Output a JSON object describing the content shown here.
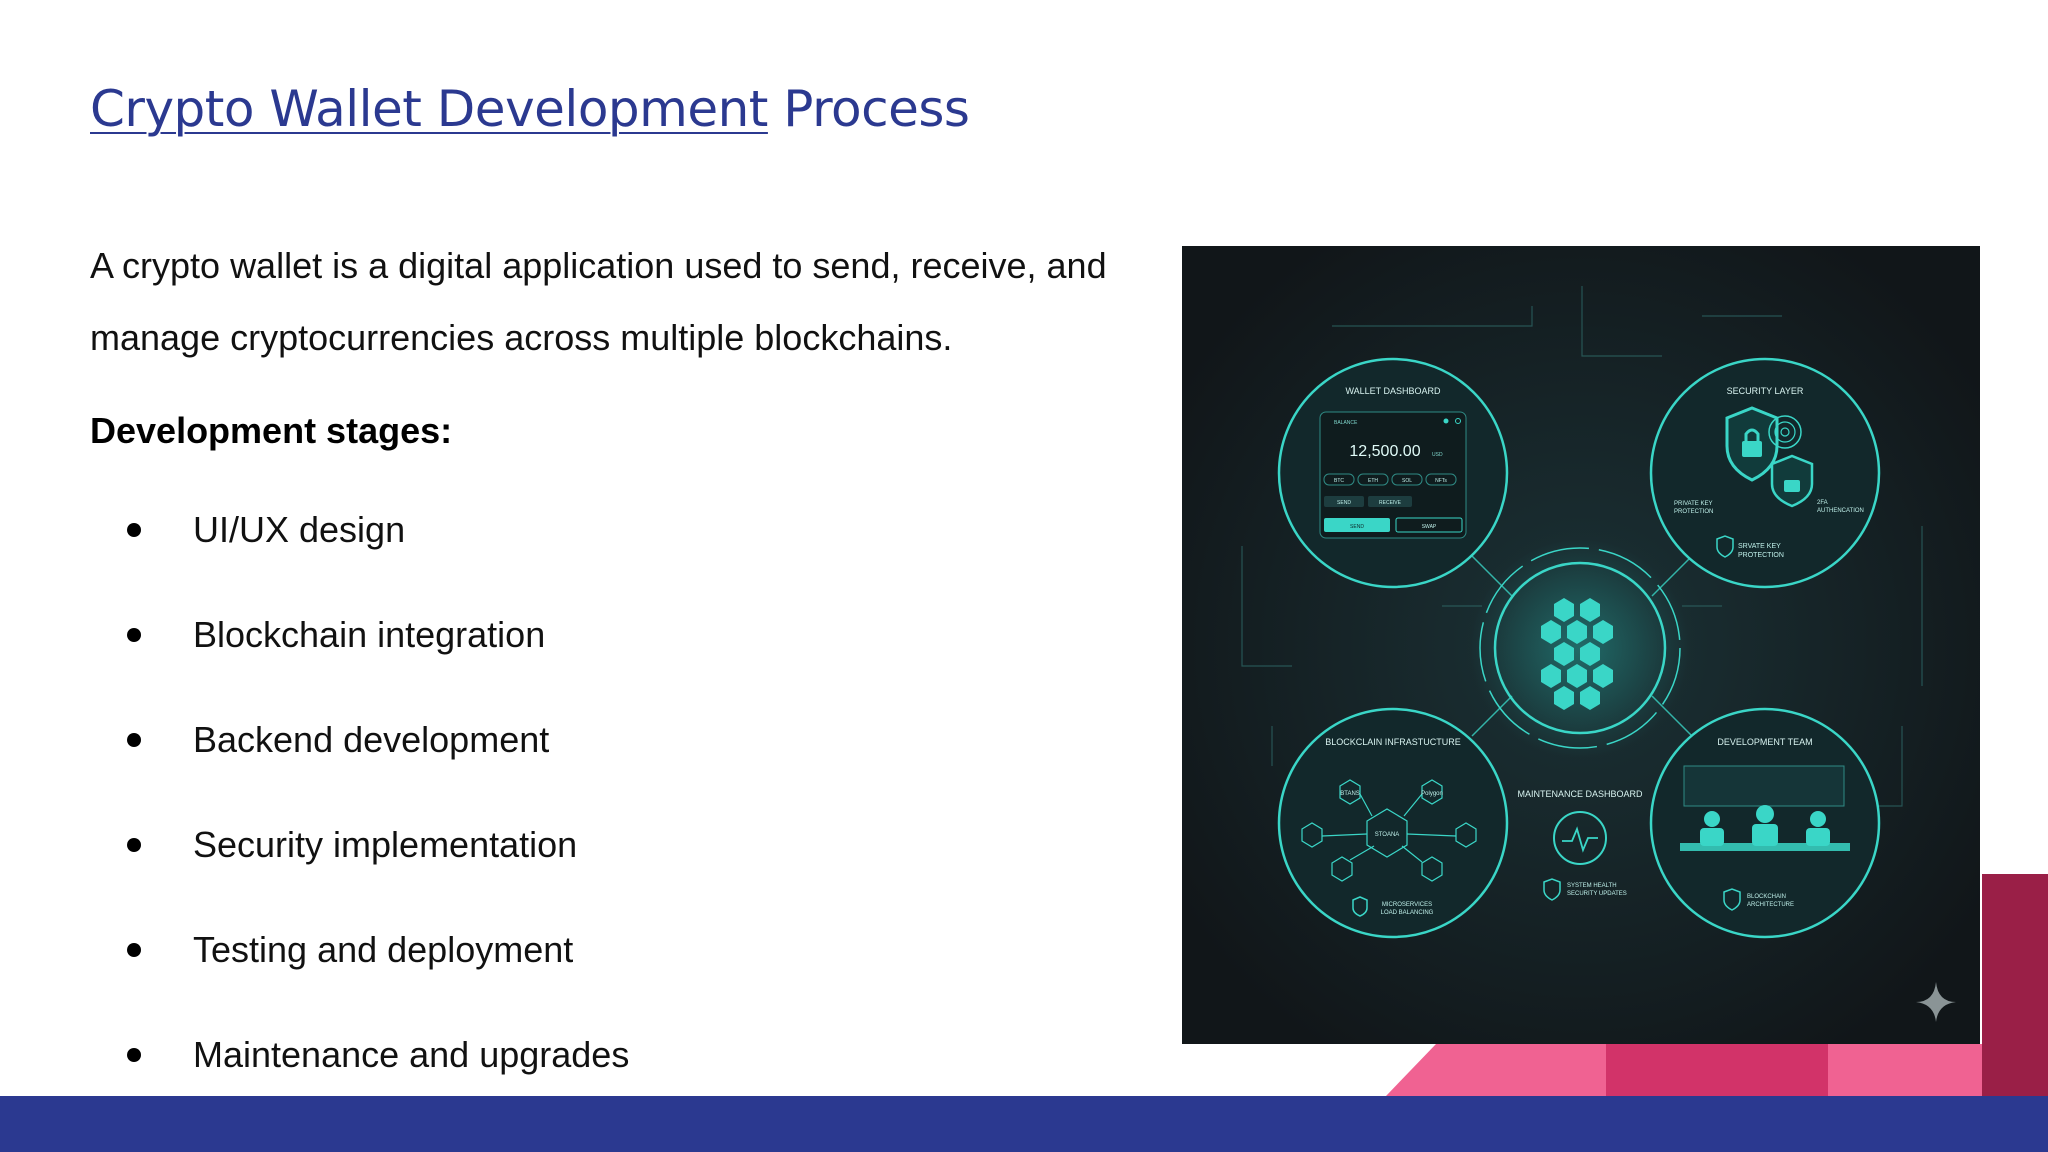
{
  "slide": {
    "title_link": "Crypto Wallet Development",
    "title_rest": " Process",
    "intro": "A crypto wallet is a digital application used to send, receive, and manage cryptocurrencies across multiple blockchains.",
    "stages_heading": "Development stages:",
    "stages": [
      "UI/UX design",
      "Blockchain integration",
      "Backend development",
      "Security implementation",
      "Testing and deployment",
      "Maintenance and upgrades"
    ]
  },
  "illustration": {
    "wallet": {
      "label": "WALLET DASHBOARD",
      "balance_label": "BALANCE",
      "balance": "12,500.00",
      "currency": "USD",
      "chips": [
        "BTC",
        "ETH",
        "SOL",
        "NFTs"
      ],
      "send": "SEND",
      "receive": "RECEIVE",
      "send_btn": "SEND",
      "swap_btn": "SWAP"
    },
    "security": {
      "label": "SECURITY LAYER",
      "private_key_1": "PRIVATE KEY",
      "private_key_2": "PROTECTION",
      "twofa_1": "2FA",
      "twofa_2": "AUTHENCATION",
      "shield_1": "SRVATE KEY",
      "shield_2": "PROTECTION"
    },
    "blockchain": {
      "label": "BLOCKCLAIN INFRASTUCTURE",
      "chain_1": "BTANS",
      "chain_2": "STOANA",
      "chain_3": "Polygon",
      "micro_1": "MICROSERVICES",
      "micro_2": "LOAD BALANCING"
    },
    "maintenance": {
      "label": "MAINTENANCE DASHBOARD",
      "health_1": "SYSTEM HEALTH",
      "health_2": "SECURITY UPDATES"
    },
    "team": {
      "label": "DEVELOPMENT TEAM",
      "arch_1": "BLOCKCHAIN",
      "arch_2": "ARCHITECTURE"
    }
  },
  "colors": {
    "title": "#2b3990",
    "footer": "#2b3990",
    "accent_pink": "#f06292",
    "accent_magenta": "#d23369",
    "accent_maroon": "#9a1f47",
    "illustration_bg": "#151c1f",
    "illustration_teal": "#3ad6c7"
  }
}
